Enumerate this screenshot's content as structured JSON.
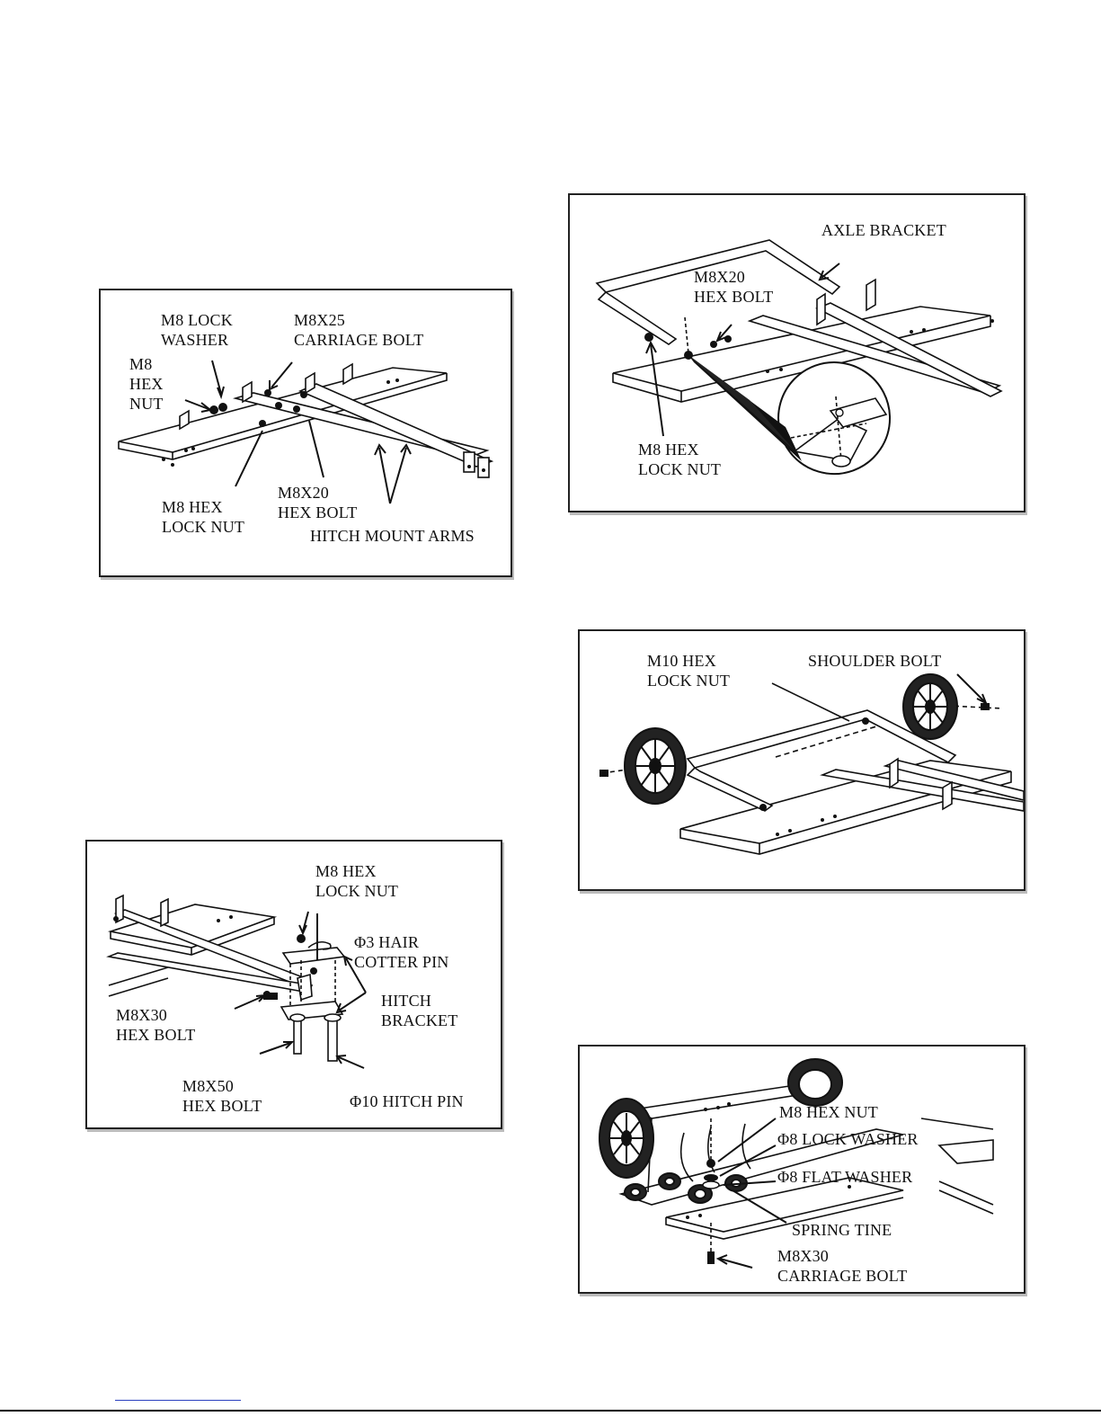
{
  "figures": {
    "hitch_mount": {
      "labels": {
        "lock_washer": "M8 LOCK\nWASHER",
        "carriage_bolt": "M8X25\nCARRIAGE BOLT",
        "hex_nut": "M8\nHEX\nNUT",
        "hex_lock_nut": "M8 HEX\nLOCK NUT",
        "hex_bolt": "M8X20\nHEX BOLT",
        "hitch_mount_arms": "HITCH MOUNT ARMS"
      }
    },
    "axle_bracket": {
      "labels": {
        "axle_bracket": "AXLE BRACKET",
        "hex_bolt": "M8X20\nHEX BOLT",
        "hex_lock_nut": "M8 HEX\nLOCK NUT"
      }
    },
    "wheels": {
      "labels": {
        "hex_lock_nut": "M10 HEX\nLOCK NUT",
        "shoulder_bolt": "SHOULDER BOLT"
      }
    },
    "hitch_bracket": {
      "labels": {
        "hex_lock_nut": "M8 HEX\nLOCK NUT",
        "cotter_pin": "Φ3 HAIR\nCOTTER PIN",
        "hitch_bracket": "HITCH\nBRACKET",
        "hex_bolt_30": "M8X30\nHEX BOLT",
        "hex_bolt_50": "M8X50\nHEX BOLT",
        "hitch_pin": "Φ10 HITCH PIN"
      }
    },
    "spring_tine": {
      "labels": {
        "hex_nut": "M8 HEX NUT",
        "lock_washer": "Φ8 LOCK WASHER",
        "flat_washer": "Φ8 FLAT WASHER",
        "spring_tine": "SPRING TINE",
        "carriage_bolt": "M8X30\nCARRIAGE BOLT"
      }
    }
  }
}
